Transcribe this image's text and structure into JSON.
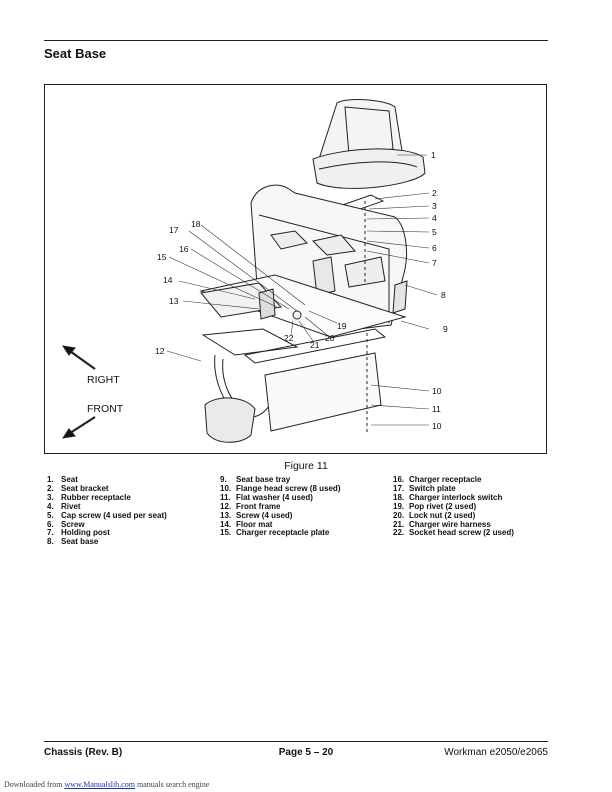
{
  "page": {
    "section_title": "Seat Base",
    "figure_caption": "Figure 11",
    "direction_labels": {
      "right": "RIGHT",
      "front": "FRONT"
    },
    "callouts": [
      "1",
      "2",
      "3",
      "4",
      "5",
      "6",
      "7",
      "8",
      "9",
      "10",
      "11",
      "10",
      "12",
      "13",
      "14",
      "15",
      "16",
      "17",
      "18",
      "19",
      "20",
      "21",
      "22"
    ]
  },
  "legend": {
    "column1": [
      {
        "num": "1.",
        "label": "Seat"
      },
      {
        "num": "2.",
        "label": "Seat bracket"
      },
      {
        "num": "3.",
        "label": "Rubber receptacle"
      },
      {
        "num": "4.",
        "label": "Rivet"
      },
      {
        "num": "5.",
        "label": "Cap screw (4 used per seat)"
      },
      {
        "num": "6.",
        "label": "Screw"
      },
      {
        "num": "7.",
        "label": "Holding post"
      },
      {
        "num": "8.",
        "label": "Seat base"
      }
    ],
    "column2": [
      {
        "num": "9.",
        "label": "Seat base tray"
      },
      {
        "num": "10.",
        "label": "Flange head screw (8 used)"
      },
      {
        "num": "11.",
        "label": "Flat washer (4 used)"
      },
      {
        "num": "12.",
        "label": "Front frame"
      },
      {
        "num": "13.",
        "label": "Screw (4 used)"
      },
      {
        "num": "14.",
        "label": "Floor mat"
      },
      {
        "num": "15.",
        "label": "Charger receptacle plate"
      }
    ],
    "column3": [
      {
        "num": "16.",
        "label": "Charger receptacle"
      },
      {
        "num": "17.",
        "label": "Switch plate"
      },
      {
        "num": "18.",
        "label": "Charger interlock switch"
      },
      {
        "num": "19.",
        "label": "Pop rivet (2 used)"
      },
      {
        "num": "20.",
        "label": "Lock nut (2 used)"
      },
      {
        "num": "21.",
        "label": "Charger wire harness"
      },
      {
        "num": "22.",
        "label": "Socket head screw (2 used)"
      }
    ]
  },
  "footer": {
    "left": "Chassis (Rev. B)",
    "center": "Page 5 – 20",
    "right": "Workman e2050/e2065"
  },
  "download_note": {
    "prefix": "Downloaded from ",
    "link": "www.Manualslib.com",
    "suffix": " manuals search engine"
  }
}
